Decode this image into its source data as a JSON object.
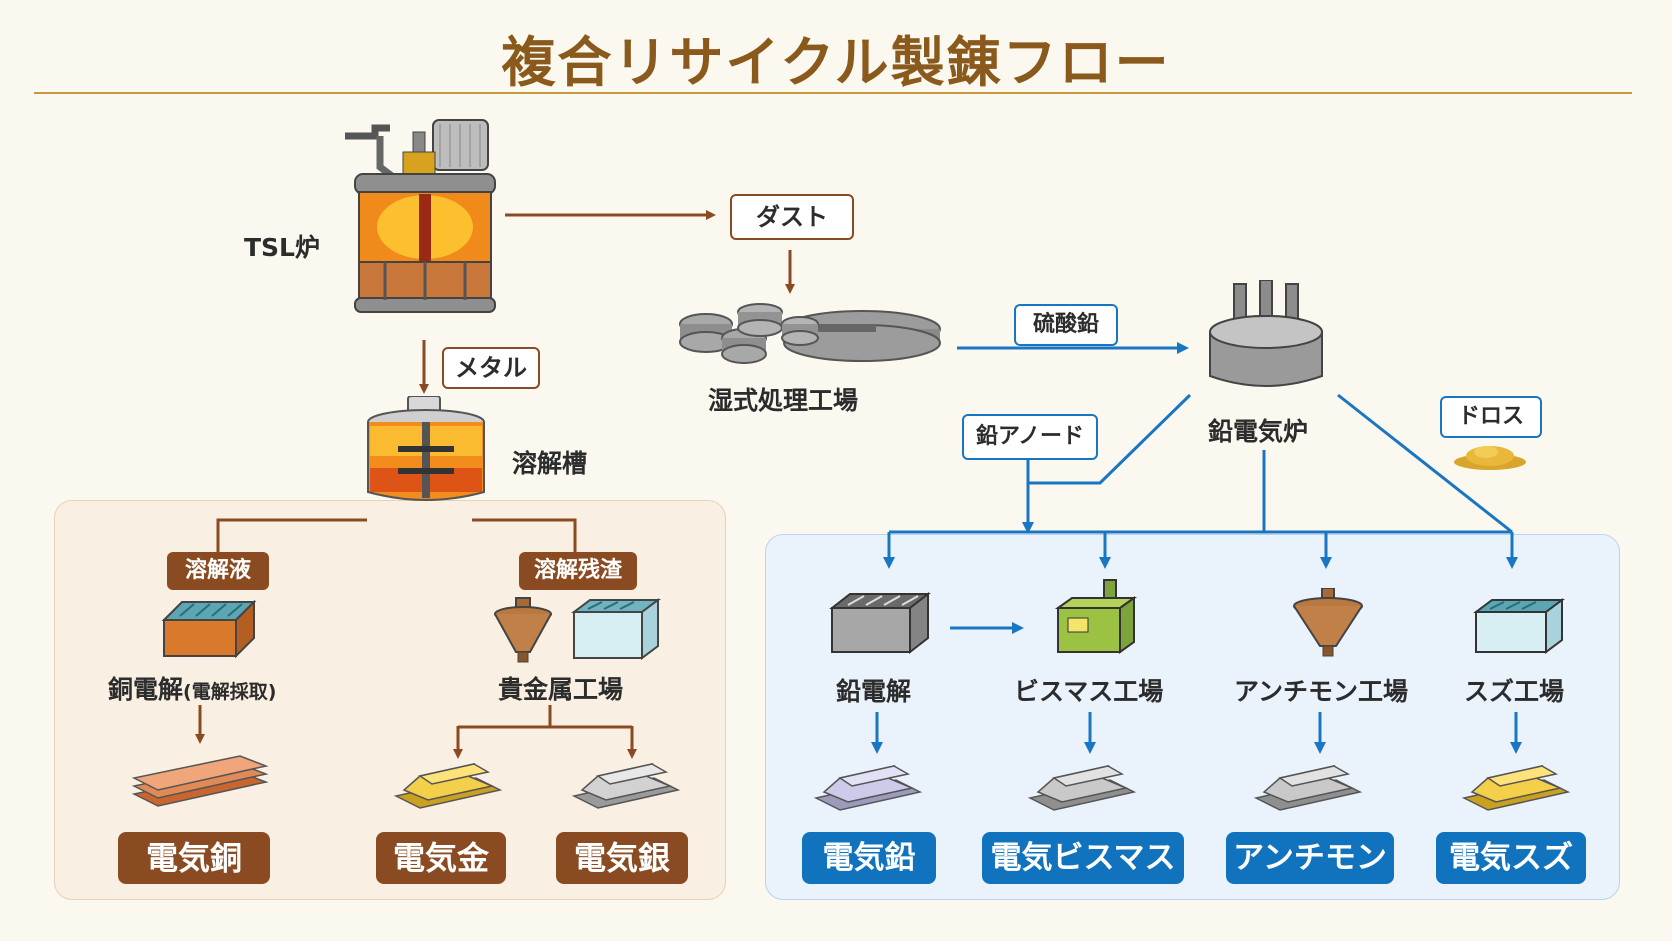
{
  "title": "複合リサイクル製錬フロー",
  "nodes": {
    "tsl": "TSL炉",
    "dust": "ダスト",
    "metal": "メタル",
    "wet_plant": "湿式処理工場",
    "dissolution_tank": "溶解槽",
    "lead_sulfate": "硫酸鉛",
    "lead_furnace": "鉛電気炉",
    "lead_anode": "鉛アノード",
    "dross": "ドロス"
  },
  "left_section": {
    "solution": "溶解液",
    "residue": "溶解残渣",
    "copper_process": "銅電解",
    "copper_process_note": "(電解採取)",
    "precious_plant": "貴金属工場",
    "products": [
      "電気銅",
      "電気金",
      "電気銀"
    ]
  },
  "right_section": {
    "plants": [
      "鉛電解",
      "ビスマス工場",
      "アンチモン工場",
      "スズ工場"
    ],
    "products": [
      "電気鉛",
      "電気ビスマス",
      "アンチモン",
      "電気スズ"
    ]
  },
  "colors": {
    "title": "#8a5a1c",
    "brown_arrow": "#8a4b22",
    "blue_arrow": "#1976c2",
    "brown_badge": "#8a4b22",
    "blue_badge": "#1173bd"
  }
}
